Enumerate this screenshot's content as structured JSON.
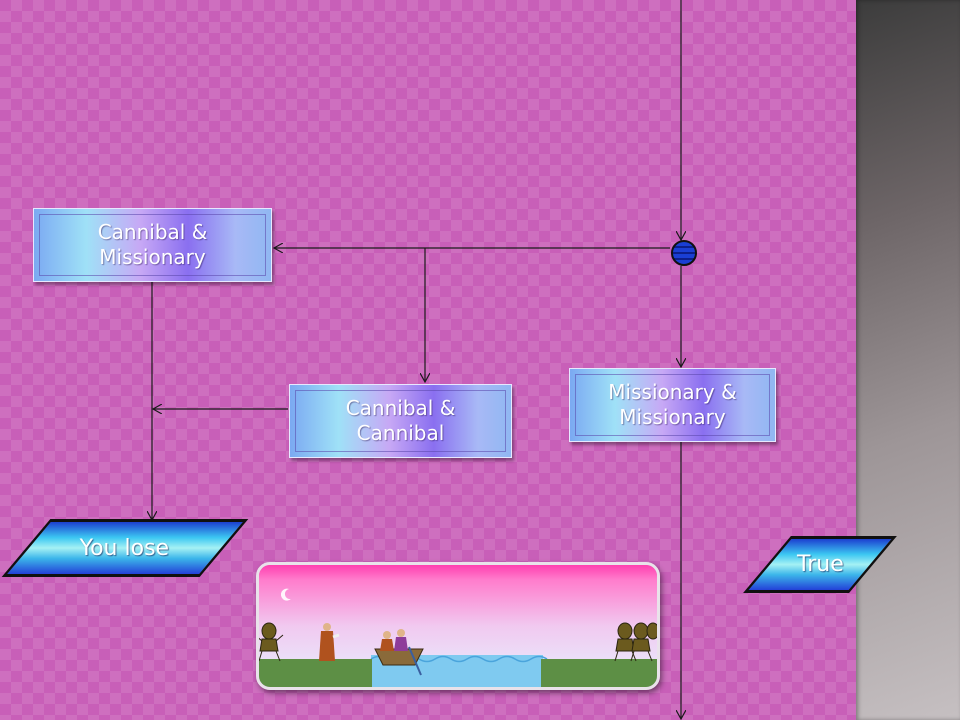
{
  "nodes": {
    "cannibal_missionary": "Cannibal & Missionary",
    "cannibal_cannibal": "Cannibal & Cannibal",
    "missionary_missionary": "Missionary & Missionary",
    "you_lose": "You lose",
    "true_label": "True"
  },
  "colors": {
    "background": "#c85fb8",
    "connector": "#1a1a1a",
    "node_gradient_start": "#7ba9f2",
    "node_gradient_mid": "#8a6ff0",
    "terminal_blue": "#1c3fd0",
    "terminal_cyan": "#a5f1f4"
  },
  "game_thumbnail": {
    "sky_top": "#ff3fb0",
    "sky_bottom": "#e7f1ff",
    "water": "#7fcaf0",
    "ground": "#5d8f45",
    "icons": [
      "moon-icon",
      "cannibal-figure-icon",
      "missionary-figure-icon",
      "boat-icon"
    ]
  }
}
